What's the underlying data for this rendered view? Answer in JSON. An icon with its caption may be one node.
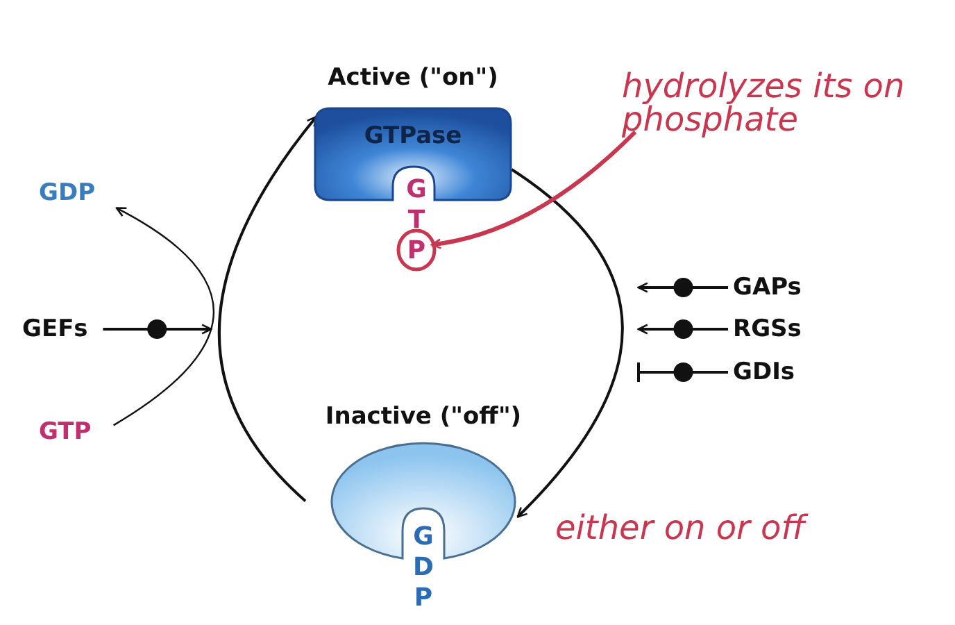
{
  "diagram": {
    "nodes": [
      {
        "text": [
          "Active (\"on\")",
          "GTPase"
        ]
      },
      {
        "text": [
          "GTP"
        ]
      },
      {
        "text": [
          "Inactive (\"off\")"
        ]
      },
      {
        "text": [
          "GDP"
        ]
      },
      {
        "text": [
          "GDP"
        ]
      },
      {
        "text": [
          "GEFs"
        ]
      },
      {
        "text": [
          "GTP"
        ]
      },
      {
        "text": [
          "GAPs"
        ]
      },
      {
        "text": [
          "RGSs"
        ]
      },
      {
        "text": [
          "GDIs"
        ]
      },
      {
        "text": [
          "hydrolyzes its on phosphate"
        ]
      }
    ],
    "edges": [
      {
        "from": 2,
        "to": 0,
        "arrow": "to"
      },
      {
        "from": 0,
        "to": 2,
        "arrow": "to"
      },
      {
        "from": 6,
        "to": 4,
        "arrow": "to"
      },
      {
        "from": 5,
        "to": null,
        "arrow": "to"
      },
      {
        "from": 7,
        "to": null,
        "arrow": "to"
      },
      {
        "from": 8,
        "to": null,
        "arrow": "to"
      },
      {
        "from": 9,
        "to": null,
        "arrow": "other"
      },
      {
        "from": 10,
        "to": 1,
        "arrow": "to",
        "color": "#c8374f"
      }
    ],
    "labels": [
      "either on or off"
    ]
  }
}
